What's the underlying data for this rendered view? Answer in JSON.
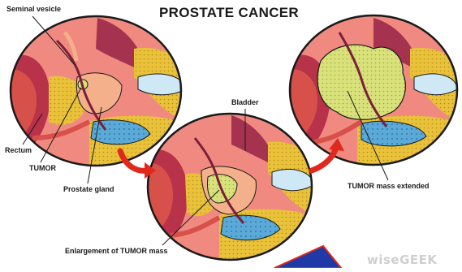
{
  "title": "PROSTATE CANCER",
  "labels": {
    "seminal_vesicle": "Seminal vesicle",
    "rectum": "Rectum",
    "tumor": "TUMOR",
    "prostate_gland": "Prostate gland",
    "bladder": "Bladder",
    "tumor_extended": "TUMOR mass extended",
    "enlargement": "Enlargement of TUMOR mass"
  },
  "watermark": "wiseGEEK",
  "colors": {
    "outline": "#1a1a1a",
    "tissue_pink": "#f08a80",
    "tissue_red": "#d8504a",
    "rectum_dark": "#b8324a",
    "bladder_maroon": "#7a1f3a",
    "fat_yellow": "#e9c23a",
    "bone_blue": "#5aa9d6",
    "bone_light": "#cfe8f5",
    "tumor_green": "#d9e27a",
    "prostate_peach": "#f3b08a",
    "arrow_red": "#e0281c",
    "pointer_blue": "#1f3aa6"
  }
}
